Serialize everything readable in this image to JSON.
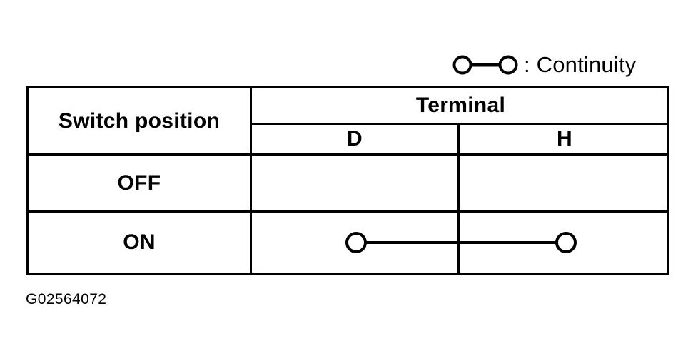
{
  "legend": {
    "symbol_name": "continuity-symbol",
    "label": ": Continuity"
  },
  "table": {
    "row_header_label": "Switch position",
    "group_header_label": "Terminal",
    "terminal_columns": [
      "D",
      "H"
    ],
    "rows": [
      {
        "position": "OFF",
        "continuity": []
      },
      {
        "position": "ON",
        "continuity": [
          "D",
          "H"
        ]
      }
    ]
  },
  "caption": {
    "text": "G02564072"
  },
  "colors": {
    "ink": "#000000",
    "background": "#ffffff"
  }
}
